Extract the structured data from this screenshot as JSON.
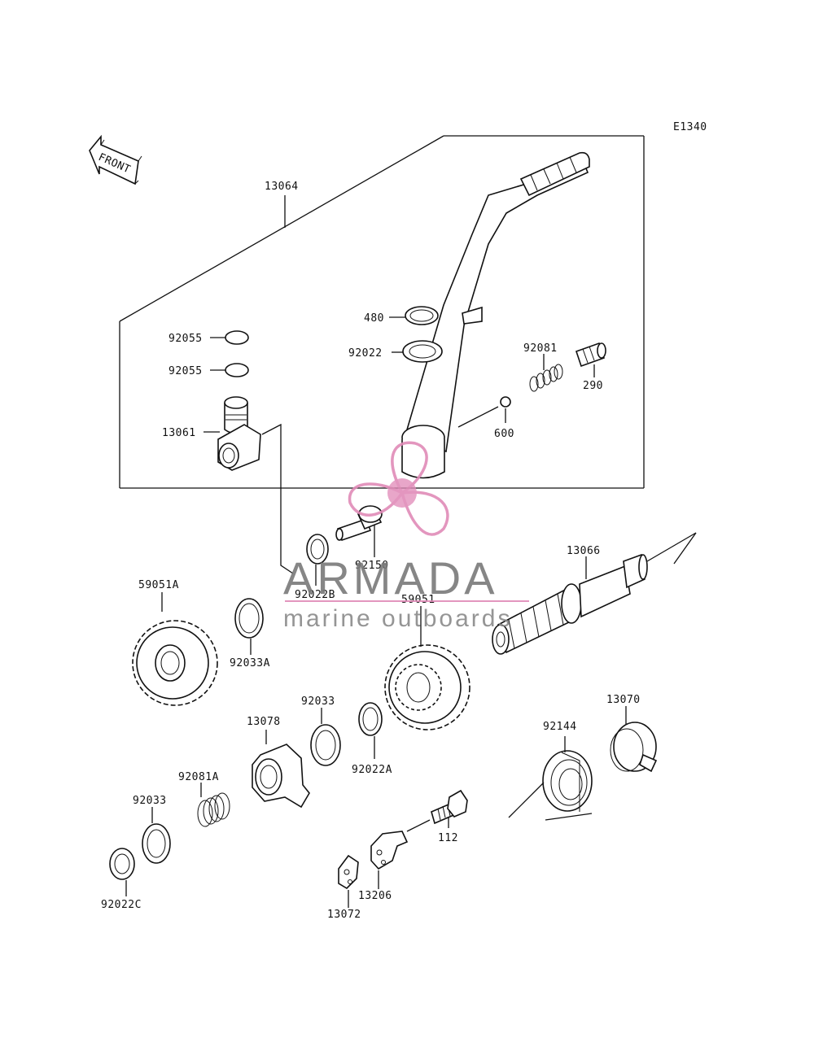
{
  "diagram": {
    "code": "E1340",
    "front_label": "FRONT",
    "parts": [
      {
        "id": "p13064",
        "label": "13064"
      },
      {
        "id": "p480",
        "label": "480"
      },
      {
        "id": "p92022",
        "label": "92022"
      },
      {
        "id": "p92081",
        "label": "92081"
      },
      {
        "id": "p290",
        "label": "290"
      },
      {
        "id": "p600",
        "label": "600"
      },
      {
        "id": "p92055a",
        "label": "92055"
      },
      {
        "id": "p92055b",
        "label": "92055"
      },
      {
        "id": "p13061",
        "label": "13061"
      },
      {
        "id": "p92150",
        "label": "92150"
      },
      {
        "id": "p92022B",
        "label": "92022B"
      },
      {
        "id": "p13066",
        "label": "13066"
      },
      {
        "id": "p59051A",
        "label": "59051A"
      },
      {
        "id": "p92033A",
        "label": "92033A"
      },
      {
        "id": "p59051",
        "label": "59051"
      },
      {
        "id": "p92033b",
        "label": "92033"
      },
      {
        "id": "p13078",
        "label": "13078"
      },
      {
        "id": "p92022A",
        "label": "92022A"
      },
      {
        "id": "p92144",
        "label": "92144"
      },
      {
        "id": "p13070",
        "label": "13070"
      },
      {
        "id": "p92081A",
        "label": "92081A"
      },
      {
        "id": "p92033c",
        "label": "92033"
      },
      {
        "id": "p112",
        "label": "112"
      },
      {
        "id": "p92022C",
        "label": "92022C"
      },
      {
        "id": "p13206",
        "label": "13206"
      },
      {
        "id": "p13072",
        "label": "13072"
      }
    ]
  },
  "watermark": {
    "brand": "ARMADA",
    "tagline": "marine outboards",
    "color": "#e08bb8"
  }
}
